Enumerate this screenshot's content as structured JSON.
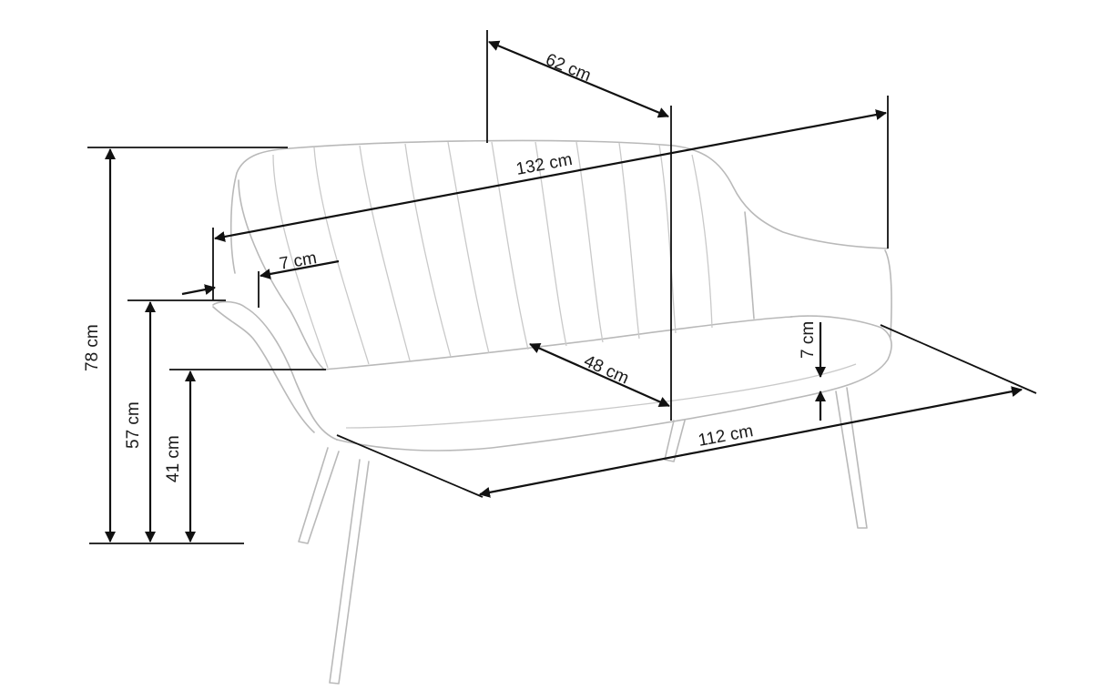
{
  "dimensions": {
    "depth_total": "62 cm",
    "width_total": "132 cm",
    "armrest_width": "7 cm",
    "height_total": "78 cm",
    "armrest_height": "57 cm",
    "seat_height": "41 cm",
    "seat_depth": "48 cm",
    "seat_thickness": "7 cm",
    "seat_width": "112 cm"
  }
}
